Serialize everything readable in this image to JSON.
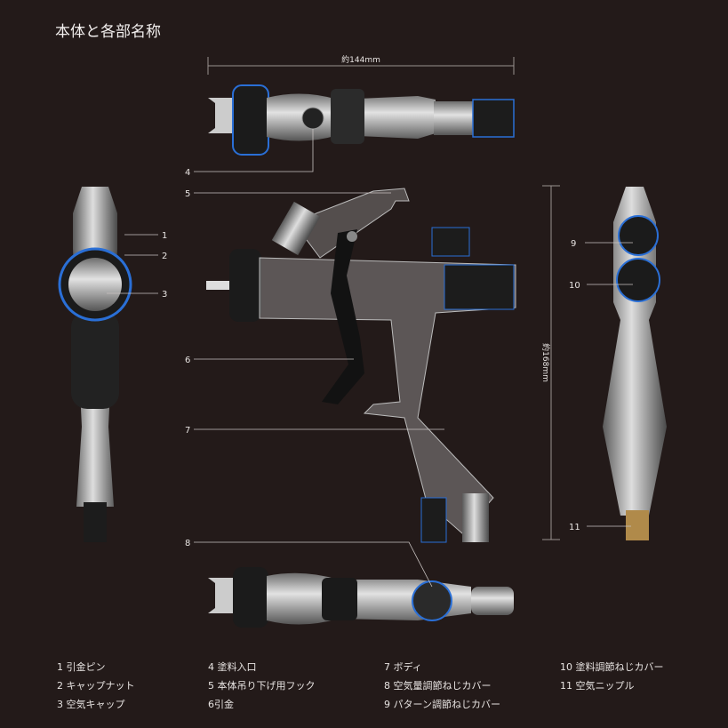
{
  "title": "本体と各部名称",
  "dimensions": {
    "width": "約144mm",
    "height": "約168mm"
  },
  "callouts": [
    "1",
    "2",
    "3",
    "4",
    "5",
    "6",
    "7",
    "8",
    "9",
    "10",
    "11"
  ],
  "legend": {
    "col1": [
      "1 引金ピン",
      "2 キャップナット",
      "3 空気キャップ"
    ],
    "col2": [
      "4 塗料入口",
      "5 本体吊り下げ用フック",
      "6引金"
    ],
    "col3": [
      "7 ボディ",
      "8 空気量調節ねじカバー",
      "9 パターン調節ねじカバー"
    ],
    "col4": [
      "10 塗料調節ねじカバー",
      "11 空気ニップル"
    ]
  },
  "colors": {
    "background": "#231a19",
    "accent": "#2a6fd6",
    "metal": "#b8b8b8"
  }
}
